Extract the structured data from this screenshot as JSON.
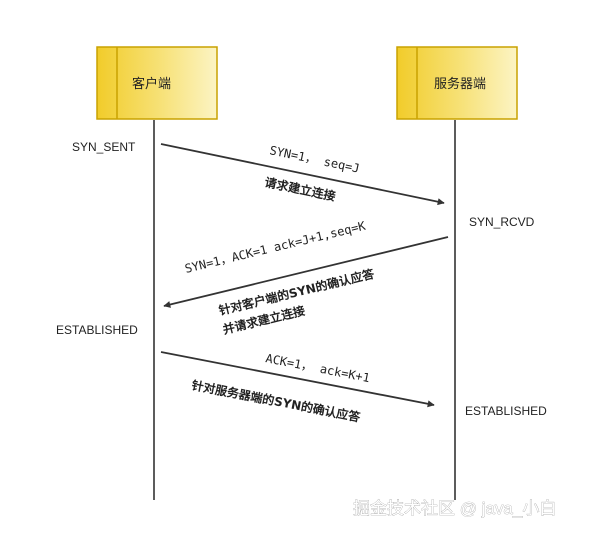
{
  "participants": {
    "client": {
      "label": "客户端"
    },
    "server": {
      "label": "服务器端"
    }
  },
  "states": {
    "client_syn_sent": "SYN_SENT",
    "server_syn_rcvd": "SYN_RCVD",
    "client_established": "ESTABLISHED",
    "server_established": "ESTABLISHED"
  },
  "messages": [
    {
      "flags": "SYN=1， seq=J",
      "note_line1": "请求建立连接",
      "note_line2": ""
    },
    {
      "flags": "SYN=1，ACK=1  ack=J+1,seq=K",
      "note_line1": "针对客户端的SYN的确认应答",
      "note_line2": "并请求建立连接"
    },
    {
      "flags": "ACK=1， ack=K+1",
      "note_line1": "针对服务器端的SYN的确认应答",
      "note_line2": ""
    }
  ],
  "watermark": "掘金技术社区 @ java_小白",
  "colors": {
    "box_fill_light": "#fbf2b6",
    "box_fill_dark": "#f3d13c",
    "box_border": "#c8a000",
    "line": "#333333",
    "text": "#222222",
    "watermark": "#ffffff"
  }
}
